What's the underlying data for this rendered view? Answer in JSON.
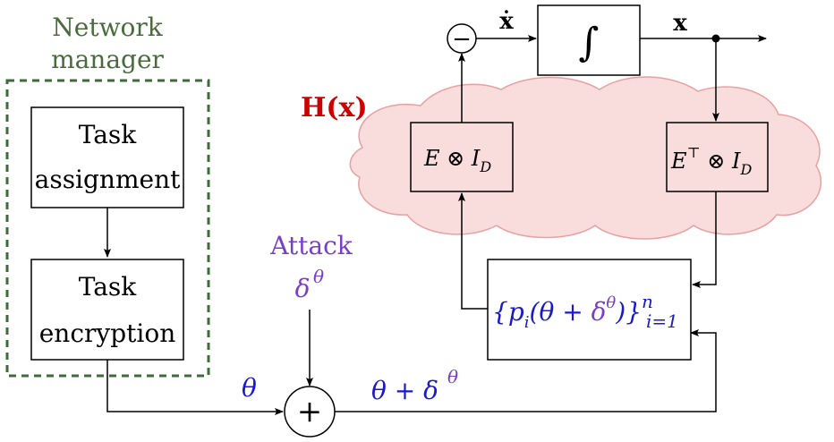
{
  "network_manager": {
    "title_line1": "Network",
    "title_line2": "manager",
    "task_assignment_line1": "Task",
    "task_assignment_line2": "assignment",
    "task_encryption_line1": "Task",
    "task_encryption_line2": "encryption"
  },
  "attack": {
    "label": "Attack",
    "symbol": "δ",
    "superscript": "θ"
  },
  "signals": {
    "theta": "θ",
    "theta_plus_delta_base": "θ + δ",
    "theta_plus_delta_sup": "θ",
    "sum_symbol": "+",
    "minus_symbol": "−",
    "xdot": "ẋ",
    "x": "x"
  },
  "blocks": {
    "integrator": "∫",
    "h_label_H": "H",
    "h_label_x": "(x)",
    "e_kron_left": "E ⊗ I",
    "e_kron_left_sub": "D",
    "e_kron_right": "E",
    "e_kron_right_sup": "⊤",
    "e_kron_right_tail": " ⊗ I",
    "e_kron_right_sub": "D",
    "privacy_main": "{p",
    "privacy_sub_i": "i",
    "privacy_open": "(θ + ",
    "privacy_delta": "δ",
    "privacy_delta_sup": "θ",
    "privacy_close": ")}",
    "privacy_sup_n": "n",
    "privacy_sub_range": "i=1"
  },
  "colors": {
    "green": "#4a6b3e",
    "purple": "#7a3fc8",
    "blue": "#1a1acc",
    "red": "#cc0000",
    "cloud_fill": "#f9dcdc",
    "cloud_stroke": "#e8a0a0"
  }
}
